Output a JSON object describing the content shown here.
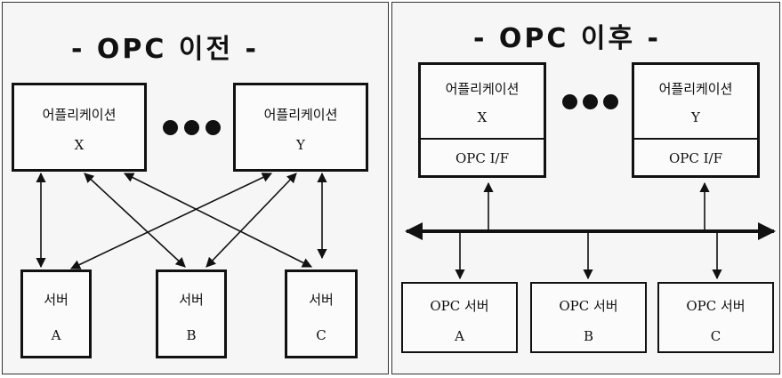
{
  "before": {
    "title": "- OPC 이전 -",
    "apps": [
      {
        "name": "어플리케이션",
        "id": "X"
      },
      {
        "name": "어플리케이션",
        "id": "Y"
      }
    ],
    "servers": [
      {
        "name": "서버",
        "id": "A"
      },
      {
        "name": "서버",
        "id": "B"
      },
      {
        "name": "서버",
        "id": "C"
      }
    ]
  },
  "after": {
    "title": "- OPC 이후 -",
    "apps": [
      {
        "name": "어플리케이션",
        "id": "X",
        "interface": "OPC I/F"
      },
      {
        "name": "어플리케이션",
        "id": "Y",
        "interface": "OPC I/F"
      }
    ],
    "servers": [
      {
        "name": "OPC 서버",
        "id": "A"
      },
      {
        "name": "OPC 서버",
        "id": "B"
      },
      {
        "name": "OPC 서버",
        "id": "C"
      }
    ]
  }
}
